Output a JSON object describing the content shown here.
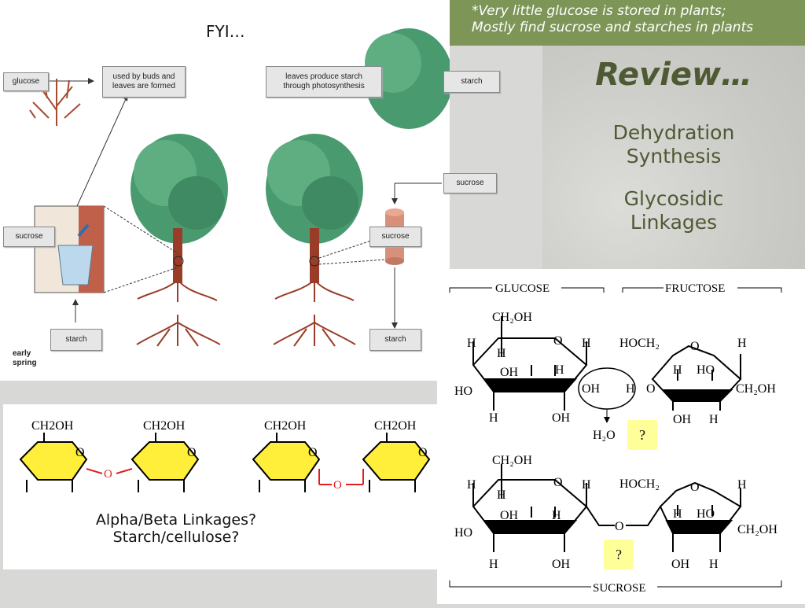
{
  "note": {
    "line1": "*Very little glucose is stored in plants;",
    "line2": "Mostly find sucrose and starches in plants"
  },
  "fyi": "FYI…",
  "review": {
    "title": "Review…",
    "item1_line1": "Dehydration",
    "item1_line2": "Synthesis",
    "item2_line1": "Glycosidic",
    "item2_line2": "Linkages"
  },
  "tree_diagram": {
    "glucose": "glucose",
    "used_by_buds_1": "used by buds and",
    "used_by_buds_2": "leaves are formed",
    "leaves_produce_1": "leaves produce starch",
    "leaves_produce_2": "through photosynthesis",
    "starch_top": "starch",
    "sucrose_right": "sucrose",
    "sucrose_left": "sucrose",
    "sucrose_middle": "sucrose",
    "starch_left": "starch",
    "starch_right": "starch",
    "early": "early",
    "spring": "spring"
  },
  "linkage_panel": {
    "ch2oh": "CH2OH",
    "o": "O",
    "caption_line1": "Alpha/Beta Linkages?",
    "caption_line2": "Starch/cellulose?"
  },
  "sucrose_diagram": {
    "glucose": "GLUCOSE",
    "fructose": "FRUCTOSE",
    "sucrose": "SUCROSE",
    "ch2oh": "CH₂OH",
    "hoch2": "HOCH₂",
    "oh": "OH",
    "ho": "HO",
    "h": "H",
    "o": "O",
    "water": "H₂O",
    "q1": "?",
    "q2": "?"
  },
  "colors": {
    "note_bg": "#7d9657",
    "review_text": "#4e5a33",
    "ring_yellow": "#ffef3a",
    "link_red": "#e02020",
    "question_bg": "#ffff99"
  }
}
